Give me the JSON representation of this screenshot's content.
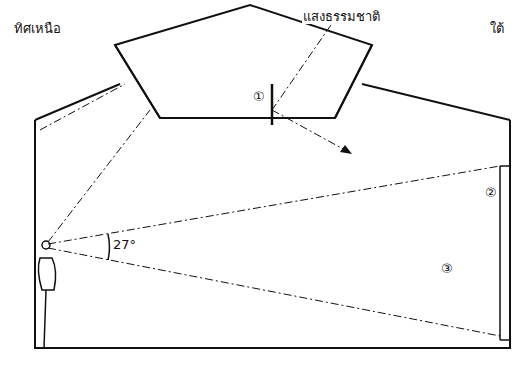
{
  "diagram": {
    "labels": [
      "ทิศเหนือ",
      "แสงธรรมชาติ",
      "ใต้",
      "①",
      "②",
      "③",
      "27°"
    ]
  }
}
